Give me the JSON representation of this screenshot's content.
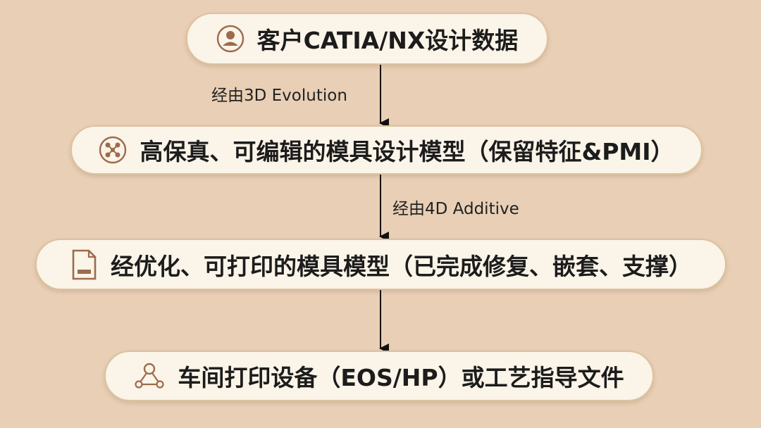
{
  "nodes": [
    {
      "label": "客户CATIA/NX设计数据",
      "icon": "user-icon"
    },
    {
      "label": "高保真、可编辑的模具设计模型（保留特征&PMI）",
      "icon": "network-icon"
    },
    {
      "label": "经优化、可打印的模具模型（已完成修复、嵌套、支撑）",
      "icon": "document-icon"
    },
    {
      "label": "车间打印设备（EOS/HP）或工艺指导文件",
      "icon": "workflow-icon"
    }
  ],
  "edges": [
    {
      "label": "经由3D Evolution"
    },
    {
      "label": "经由4D Additive"
    },
    {
      "label": ""
    }
  ],
  "colors": {
    "background": "#e8cfb5",
    "node_fill": "#fbf4e8",
    "node_border": "#dcc2a0",
    "icon": "#9c6b4d",
    "arrow": "#111111"
  }
}
